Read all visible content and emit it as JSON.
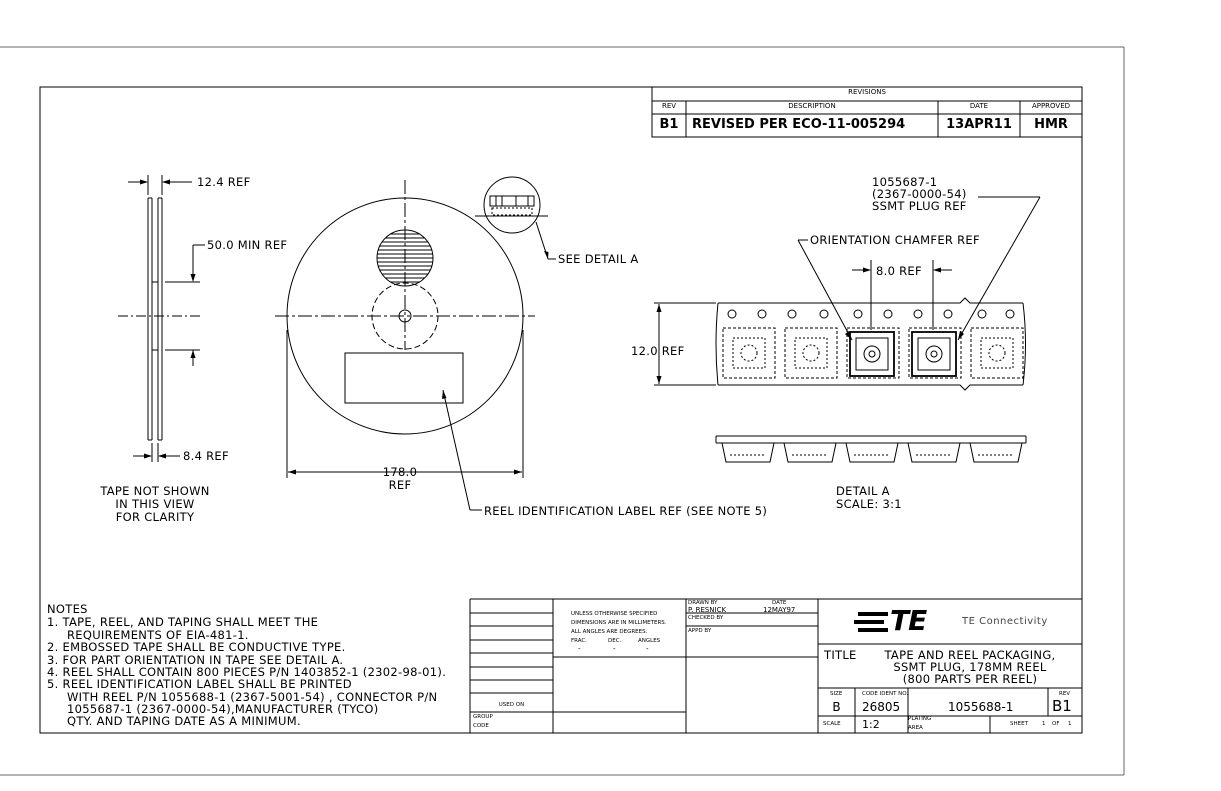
{
  "revisions": {
    "header": "REVISIONS",
    "col_rev": "REV",
    "col_description": "DESCRIPTION",
    "col_date": "DATE",
    "col_approved": "APPROVED",
    "row": {
      "rev": "B1",
      "description": "REVISED PER ECO-11-005294",
      "date": "13APR11",
      "approved": "HMR"
    }
  },
  "reel_side_view": {
    "dim_thickness": "12.4  REF",
    "dim_hub": "50.0  MIN REF",
    "dim_inner": "8.4  REF",
    "note_line1": "TAPE NOT SHOWN",
    "note_line2": "IN THIS VIEW",
    "note_line3": "FOR CLARITY"
  },
  "reel_front_view": {
    "detail_callout": "SEE DETAIL  A",
    "dim_diameter": "178.0",
    "dim_diameter_ref": "REF",
    "label_callout": "REEL IDENTIFICATION LABEL REF (SEE NOTE 5)"
  },
  "detail_a": {
    "part_line1": "1055687-1",
    "part_line2": "(2367-0000-54)",
    "part_line3": "SSMT  PLUG REF",
    "chamfer_callout": "ORIENTATION CHAMFER REF",
    "dim_pitch": "8.0  REF",
    "dim_width": "12.0  REF",
    "caption": "DETAIL  A",
    "scale": "SCALE: 3:1"
  },
  "notes": {
    "heading": "NOTES",
    "lines": [
      "1. TAPE, REEL, AND TAPING SHALL MEET THE",
      "   REQUIREMENTS OF EIA-481-1.",
      "2. EMBOSSED TAPE SHALL BE CONDUCTIVE TYPE.",
      "3. FOR PART ORIENTATION IN TAPE SEE DETAIL A.",
      "4. REEL SHALL CONTAIN 800 PIECES P/N 1403852-1 (2302-98-01).",
      "5. REEL IDENTIFICATION LABEL SHALL BE PRINTED",
      "   WITH REEL P/N 1055688-1 (2367-5001-54) , CONNECTOR P/N",
      "   1055687-1 (2367-0000-54),MANUFACTURER (TYCO)",
      "   QTY. AND TAPING DATE AS A MINIMUM."
    ]
  },
  "title_block": {
    "used_on": "USED ON",
    "group_code_1": "GROUP",
    "group_code_2": "CODE",
    "tolerance_line1": "UNLESS OTHERWISE SPECIFIED",
    "tolerance_line2": "DIMENSIONS ARE IN MILLIMETERS.",
    "tolerance_line3": "ALL ANGLES ARE DEGREES.",
    "col_frac": "FRAC.",
    "col_dec": "DEC.",
    "col_angles": "ANGLES",
    "dash": "-",
    "drawn_by_label": "DRAWN BY",
    "drawn_by": "P. RESNICK",
    "date_label": "DATE",
    "drawn_date": "12MAY97",
    "checked_by_label": "CHECKED BY",
    "approved_by_label": "APPD BY",
    "company": "TE Connectivity",
    "logo_text": "TE",
    "title_label": "TITLE",
    "title_line1": "TAPE AND REEL PACKAGING,",
    "title_line2": "SSMT PLUG, 178MM REEL",
    "title_line3": "(800 PARTS PER REEL)",
    "size_label": "SIZE",
    "size": "B",
    "code_ident_label": "CODE IDENT NO.",
    "code_ident": "26805",
    "drawing_no": "1055688-1",
    "rev_label": "REV",
    "rev": "B1",
    "scale_label": "SCALE",
    "scale": "1:2",
    "plating_area_1": "PLATING",
    "plating_area_2": "AREA",
    "sheet_label": "SHEET",
    "sheet_no": "1",
    "sheet_of": "OF",
    "sheet_total": "1"
  }
}
